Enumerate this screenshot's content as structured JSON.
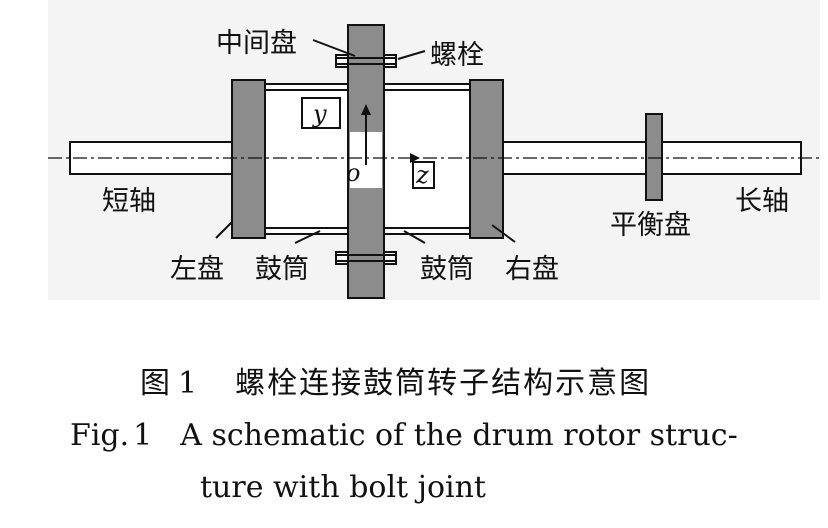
{
  "diagram": {
    "labels": {
      "middle_disk": "中间盘",
      "bolt": "螺栓",
      "short_shaft": "短轴",
      "long_shaft": "长轴",
      "left_disk": "左盘",
      "drum_left": "鼓筒",
      "drum_right": "鼓筒",
      "right_disk": "右盘",
      "balance_disk": "平衡盘"
    },
    "axes": {
      "y": "y",
      "o": "o",
      "z": "z"
    },
    "colors": {
      "disk_fill": "#8c8c8c",
      "background": "#f4f4f4",
      "line": "#111111"
    }
  },
  "caption": {
    "zh_prefix": "图",
    "zh_number": "1",
    "zh_text": "螺栓连接鼓筒转子结构示意图",
    "en_prefix": "Fig.",
    "en_number": "1",
    "en_line1": "A schematic of the drum rotor struc-",
    "en_line2": "ture with bolt joint"
  }
}
